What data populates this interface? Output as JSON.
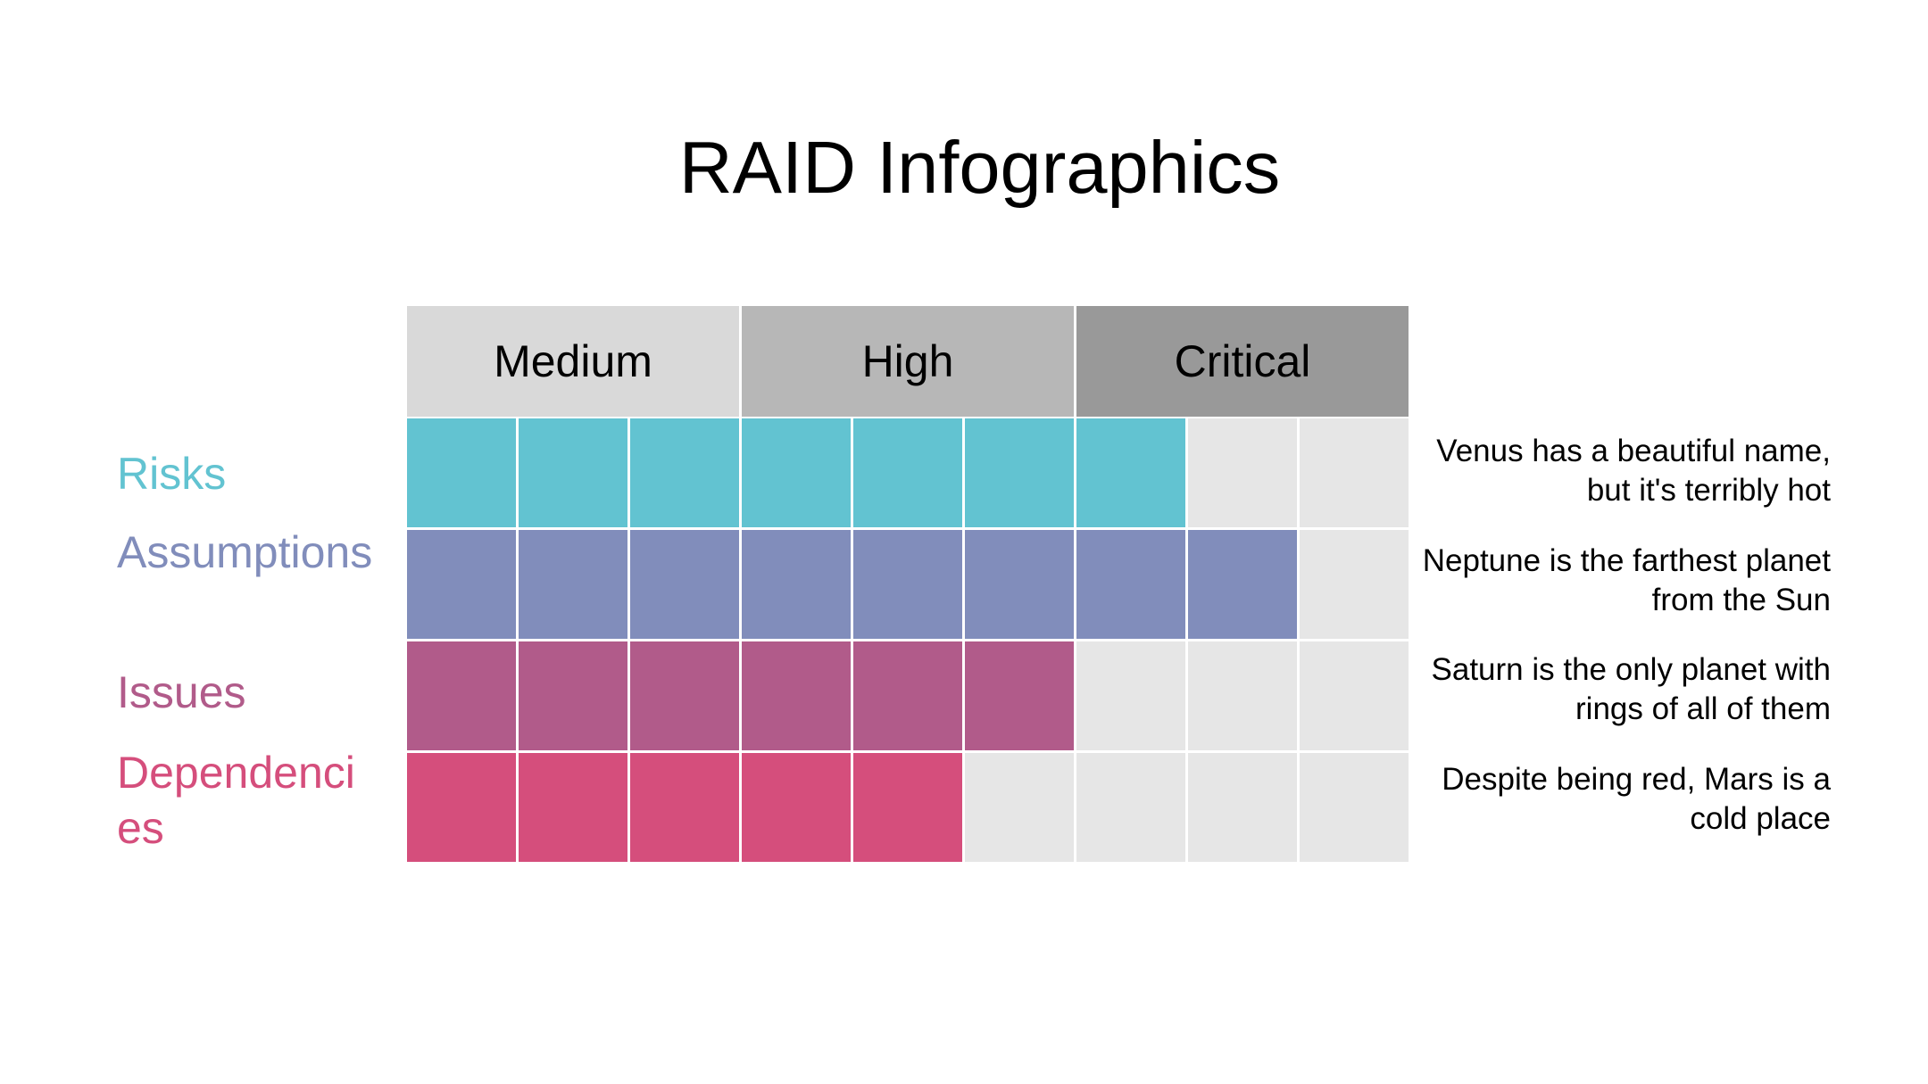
{
  "title": "RAID Infographics",
  "columns_per_level": 3,
  "levels": [
    {
      "label": "Medium",
      "color": "#d9d9d9"
    },
    {
      "label": "High",
      "color": "#b7b7b7"
    },
    {
      "label": "Critical",
      "color": "#999999"
    }
  ],
  "empty_color": "#e6e6e6",
  "rows": [
    {
      "label": "Risks",
      "color": "#62c3d1",
      "filled": 7,
      "total": 9,
      "note": "Venus has a beautiful name, but it's terribly hot"
    },
    {
      "label": "Assumptions",
      "color": "#818dbb",
      "filled": 8,
      "total": 9,
      "note": "Neptune is the farthest planet from the Sun"
    },
    {
      "label": "Issues",
      "color": "#b15b8a",
      "filled": 6,
      "total": 9,
      "note": "Saturn is the only planet with rings of all of them"
    },
    {
      "label": "Dependencies",
      "color": "#d54e7c",
      "filled": 5,
      "total": 9,
      "note": "Despite being red, Mars is a cold place"
    }
  ]
}
